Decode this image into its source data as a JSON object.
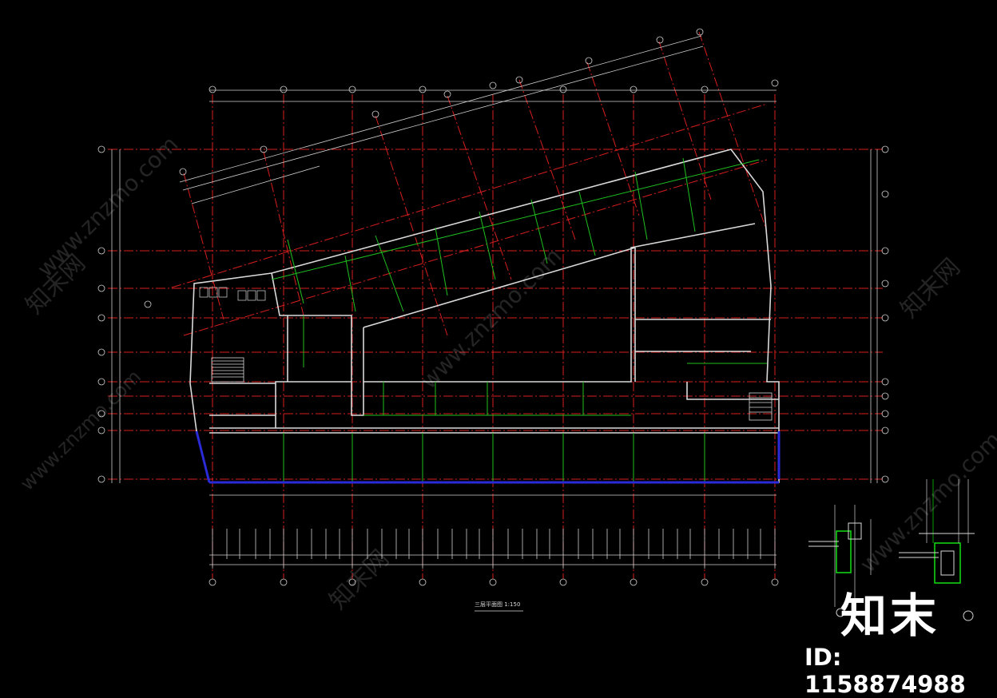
{
  "drawing": {
    "title": "三层平面图 1:150",
    "colors": {
      "background": "#000000",
      "axis": "#d81e1e",
      "wall": "#d9d9d9",
      "partition": "#1fbf1f",
      "dimension": "#cfcfcf",
      "curtain_wall": "#2a2ad8",
      "accent_green": "#12e012"
    }
  },
  "watermark": {
    "site": "www.znzmo.com",
    "brand": "知末网"
  },
  "brand": {
    "logo_text": "知末",
    "id_text": "ID: 1158874988"
  }
}
